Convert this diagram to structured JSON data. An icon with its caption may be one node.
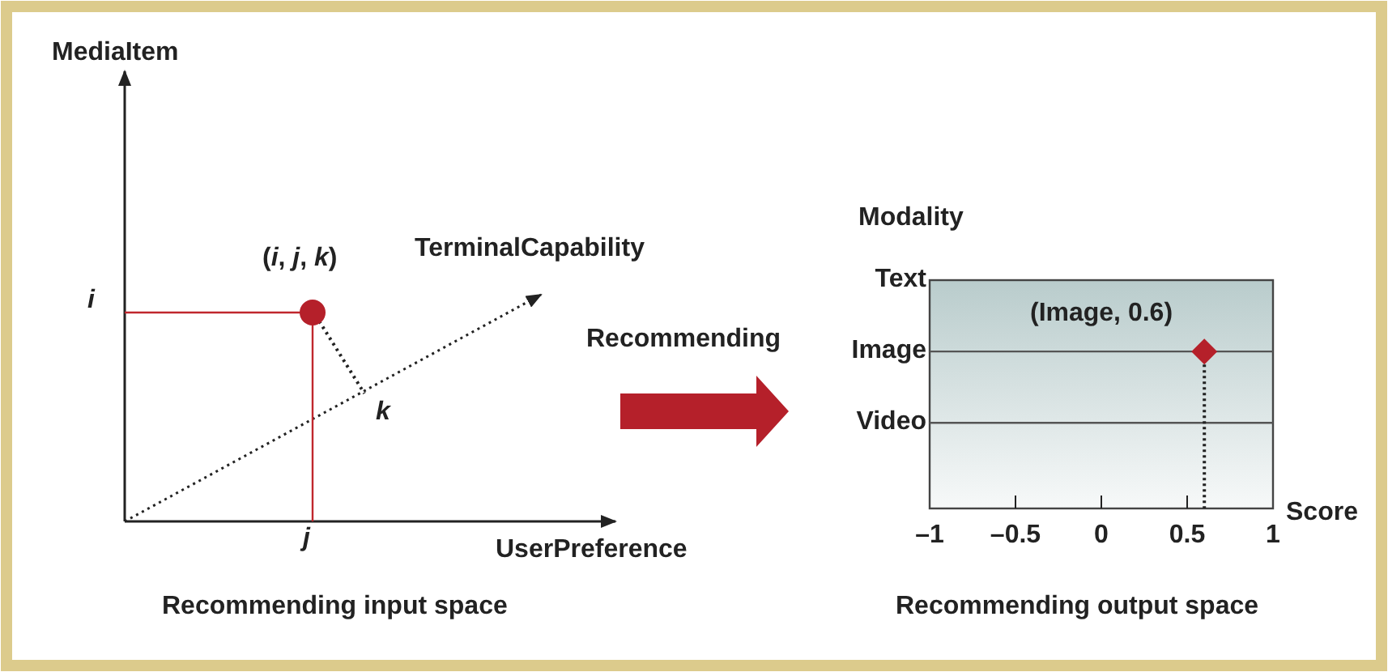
{
  "diagram": {
    "labels": [
      "MediaItem",
      "(*i*, *j*, *k*)",
      "TerminalCapability",
      "i",
      "k",
      "j",
      "UserPreference",
      "Recommending input space",
      "Recommending",
      "Recommending output space"
    ],
    "chart_data": {
      "type": "scatter",
      "xlabel": "Score",
      "ylabel": "Modality",
      "categories": [
        "Text",
        "Image",
        "Video"
      ],
      "orientation": "horizontal",
      "series": [
        {
          "color": "#b5202a",
          "values": [
            null,
            0.6,
            null
          ]
        }
      ],
      "xlim": [
        -1,
        1
      ],
      "xticks": [
        {
          "value": -1,
          "label": "–1"
        },
        {
          "value": -0.5,
          "label": "–0.5"
        },
        0,
        0.5,
        1
      ],
      "annotations": [
        "(Image, 0.6)"
      ],
      "ref_lines": [
        {
          "axis": "x",
          "value": 0.6
        }
      ]
    }
  }
}
